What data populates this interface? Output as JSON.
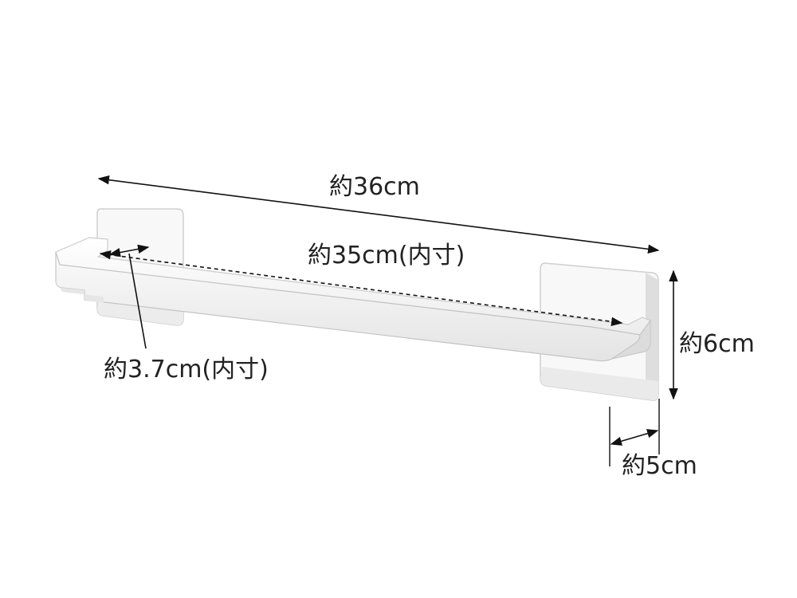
{
  "product": {
    "name": "towel-bar",
    "body_color": "#f7f7f7",
    "edge_color": "#c9c9c9",
    "shadow_color": "#e2e2e2"
  },
  "dimensions": {
    "overall_width": "約36cm",
    "inner_width": "約35cm(内寸)",
    "inner_depth": "約3.7cm(内寸)",
    "height": "約6cm",
    "depth": "約5cm"
  },
  "colors": {
    "line": "#111111",
    "text": "#222222"
  }
}
